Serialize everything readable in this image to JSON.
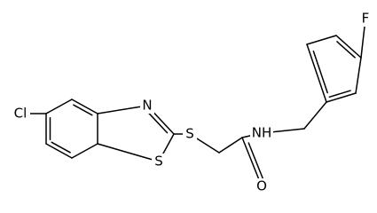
{
  "molecule": {
    "atoms": {
      "cl": "Cl",
      "n_ring": "N",
      "s_ring": "S",
      "s_thio": "S",
      "nh": "NH",
      "o": "O",
      "f": "F"
    },
    "colors": {
      "bond": "#000000",
      "label": "#000000",
      "background": "#ffffff"
    }
  }
}
